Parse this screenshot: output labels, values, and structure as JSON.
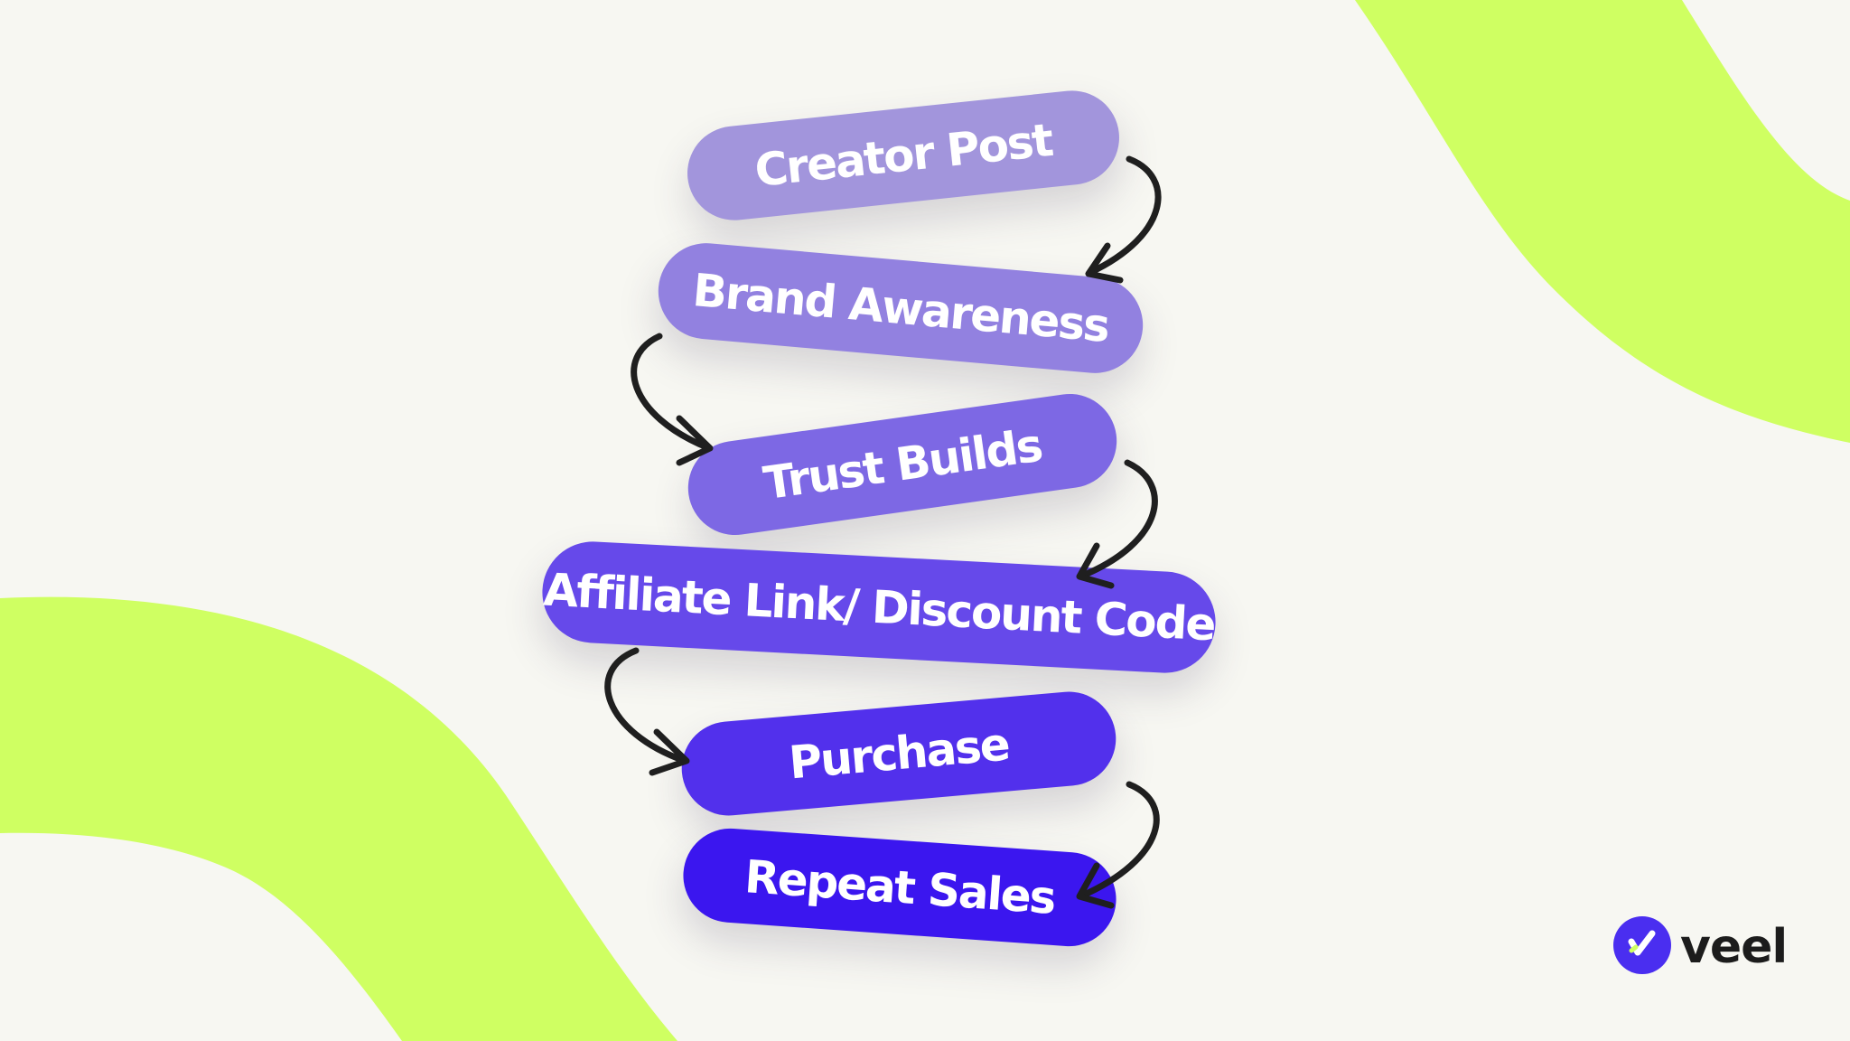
{
  "colors": {
    "background": "#f7f7f2",
    "wave": "#cfff62",
    "arrow": "#1f1f1f",
    "logo_mark": "#4a2ef0",
    "logo_text": "#1c1c1c",
    "pill_shades": [
      "#a295dc",
      "#9281e0",
      "#7d68e4",
      "#6649ea",
      "#5230ec",
      "#3b16ef"
    ]
  },
  "flow": {
    "steps": [
      {
        "label": "Creator Post"
      },
      {
        "label": "Brand Awareness"
      },
      {
        "label": "Trust Builds"
      },
      {
        "label": "Affiliate Link/ Discount Code"
      },
      {
        "label": "Purchase"
      },
      {
        "label": "Repeat Sales"
      }
    ],
    "arrow_count": 5
  },
  "brand": {
    "name": "veel",
    "mark_icon": "veel-check-icon"
  }
}
